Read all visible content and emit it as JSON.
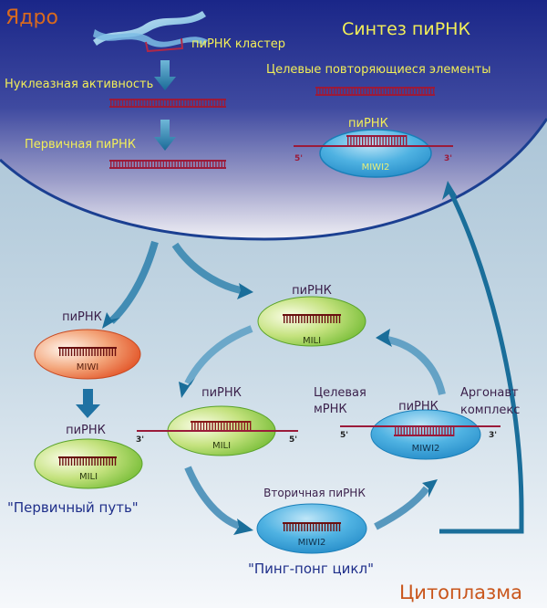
{
  "compartments": {
    "nucleus": "Ядро",
    "cytoplasm": "Цитоплазма"
  },
  "nucleus_section": {
    "title": "Синтез пиРНК",
    "cluster_label": "пиРНК кластер",
    "nuclease_label": "Нуклеазная активность",
    "primary_label": "Первичная пиРНК",
    "targets_label": "Целевые повторяющиеся элементы",
    "complex_pirna_label": "пиРНК",
    "complex_protein": "MIWI2",
    "five_prime": "5'",
    "three_prime": "3'"
  },
  "primary_pathway": {
    "miwi_pirna_label": "пиРНК",
    "miwi_protein": "MIWI",
    "mili_pirna_label": "пиРНК",
    "mili_protein": "MILI",
    "caption": "\"Первичный путь\""
  },
  "ping_pong": {
    "top_pirna_label": "пиРНК",
    "top_protein": "MILI",
    "middle_pirna_label": "пиРНК",
    "middle_protein": "MILI",
    "middle_three_prime": "3'",
    "middle_five_prime": "5'",
    "target_mrna_label_1": "Целевая",
    "target_mrna_label_2": "мРНК",
    "right_pirna_label": "пиРНК",
    "right_protein": "MIWI2",
    "right_five_prime": "5'",
    "right_three_prime": "3'",
    "argonaute_label_1": "Аргонавт",
    "argonaute_label_2": "комплекс",
    "secondary_label": "Вторичная пиРНК",
    "bottom_protein": "MIWI2",
    "caption": "\"Пинг-понг цикл\""
  },
  "colors": {
    "nucleus_top": "#1c2a8c",
    "nucleus_bottom": "#e9e9f2",
    "cytoplasm_top": "#a3bfd3",
    "cytoplasm_bottom": "#f4f7fa",
    "membrane": "#1b3f91",
    "yellow_text": "#f2ee58",
    "orange_text": "#d96a1e",
    "dark_text": "#3a1f4a",
    "caption_text": "#1f2f8a",
    "rna": "#9b1b3a",
    "arrow": "#1a6e9a",
    "miwi": "#e85a2a",
    "mili": "#7cc23a",
    "miwi2": "#2f9ed6"
  }
}
